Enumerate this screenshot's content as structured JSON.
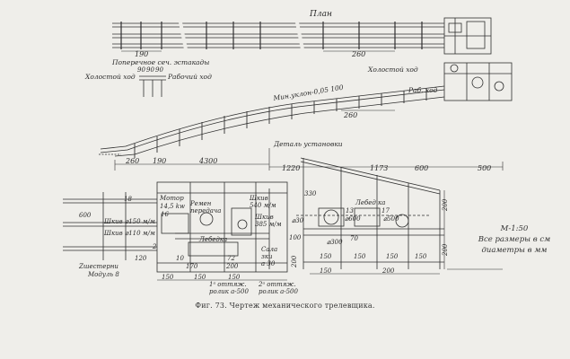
{
  "titles": {
    "plan": "План",
    "cross_section": "Поперечное сеч. эстакады",
    "idle_run": "Холостой ход",
    "work_run": "Рабочий ход",
    "idle_run_right": "Холостой ход",
    "work_run_right": "Раб. ход",
    "min_slope": "Мин.уклон-0,05 100",
    "installation_detail": "Деталь установки"
  },
  "labels": {
    "motor": "Мотор",
    "motor_power": "14,5 kw",
    "belt": "Ремен",
    "belt2": "передача",
    "pulley_540": "Шкив",
    "pulley_540b": "540 м/м",
    "pulley_385": "Шкив",
    "pulley_385b": "385 м/м",
    "pulley_150": "Шкив ⌀150 м/м",
    "pulley_110": "Шкив ⌀110 м/м",
    "winch": "Лебедка",
    "winch_right": "Лебед ка",
    "gears": "Ζшестерни",
    "module": "Модуль 8",
    "pull1": "1ᵃ оттяж.",
    "pull1b": "ролик а-500",
    "pull2": "2ᵃ оттяж.",
    "pull2b": "ролик а-500",
    "sleds": "Сала",
    "sleds2": "зки",
    "sleds3": "а 30"
  },
  "dims": {
    "d190_top": "190",
    "d260_top": "260",
    "d90a": "90",
    "d90b": "90",
    "d90c": "90",
    "d260_mid": "260",
    "d260_left": "260",
    "d190_left": "190",
    "d4300": "4300",
    "d1220": "1220",
    "d1173": "1173",
    "d600": "600",
    "d500": "500",
    "d600_bl": "600",
    "d150a": "150",
    "d150b": "150",
    "d150c": "150",
    "d200": "200",
    "d150d": "150",
    "d150e": "150",
    "d150f": "150",
    "d70": "70",
    "d150g": "150",
    "d150h": "150",
    "d200v": "200",
    "d330": "330",
    "d100": "100",
    "d2": "2",
    "d170": "170",
    "d200b": "200",
    "d72": "72",
    "d120": "120",
    "d10": "10",
    "d16": "16",
    "d18": "18",
    "d13": "13",
    "d17": "17",
    "d600c": "⌀600",
    "d500c": "⌀500",
    "d300": "⌀300",
    "d030": "⌀30",
    "d200r": "200",
    "d200r2": "200"
  },
  "note": {
    "scale": "М-1:50",
    "line1": "Все размеры в см",
    "line2": "диаметры в мм"
  },
  "caption": "Фиг. 73. Чертеж механического трелевщика."
}
